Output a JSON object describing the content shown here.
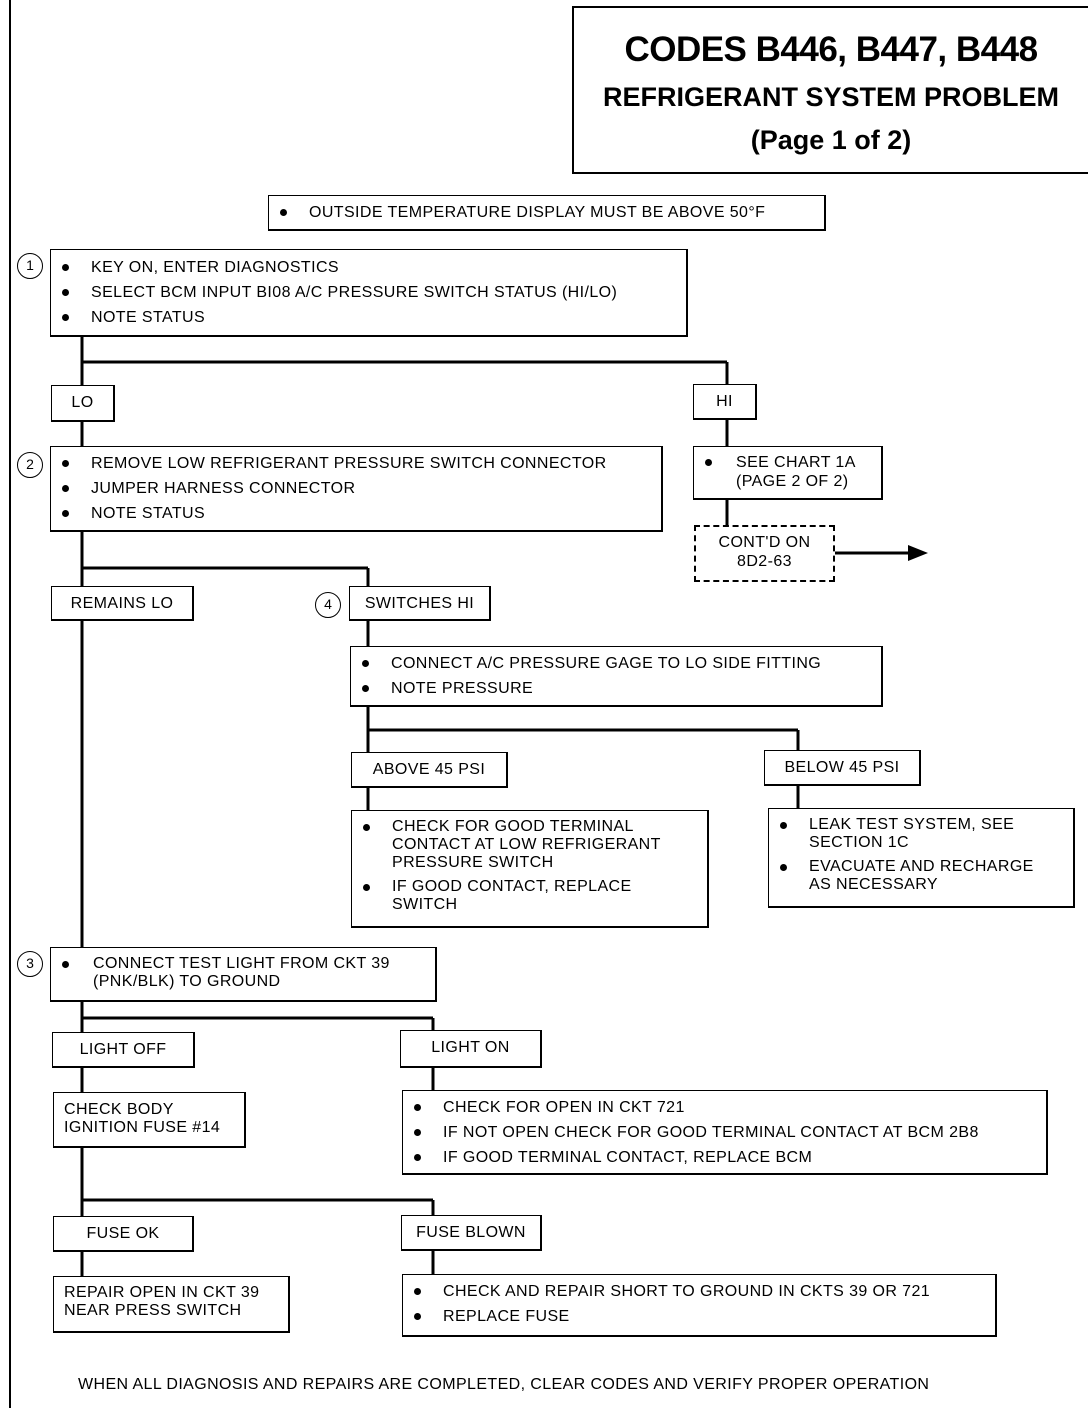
{
  "title": {
    "codes": "CODES B446, B447, B448",
    "subtitle": "REFRIGERANT SYSTEM PROBLEM",
    "page": "(Page 1 of 2)"
  },
  "precondition": "OUTSIDE TEMPERATURE DISPLAY MUST BE ABOVE 50°F",
  "step1": {
    "number": "1",
    "items": [
      "KEY ON, ENTER DIAGNOSTICS",
      "SELECT BCM INPUT BI08 A/C PRESSURE SWITCH STATUS (HI/LO)",
      "NOTE STATUS"
    ]
  },
  "branch_lo": "LO",
  "branch_hi": "HI",
  "step2": {
    "number": "2",
    "items": [
      "REMOVE LOW REFRIGERANT PRESSURE SWITCH CONNECTOR",
      "JUMPER HARNESS CONNECTOR",
      "NOTE STATUS"
    ]
  },
  "hi_action": {
    "line1": "SEE CHART 1A",
    "line2": "(PAGE 2 OF 2)"
  },
  "continued": {
    "line1": "CONT'D ON",
    "line2": "8D2-63"
  },
  "remains_lo": "REMAINS LO",
  "switches_hi": "SWITCHES HI",
  "step4_number": "4",
  "gage_box": [
    "CONNECT A/C PRESSURE GAGE TO LO SIDE FITTING",
    "NOTE PRESSURE"
  ],
  "above_45": "ABOVE 45 PSI",
  "below_45": "BELOW 45 PSI",
  "above_action": {
    "item1_lines": [
      "CHECK FOR GOOD TERMINAL",
      "CONTACT AT LOW REFRIGERANT",
      "PRESSURE SWITCH"
    ],
    "item2_lines": [
      "IF GOOD CONTACT, REPLACE",
      "SWITCH"
    ]
  },
  "below_action": {
    "item1_lines": [
      "LEAK TEST SYSTEM, SEE",
      "SECTION 1C"
    ],
    "item2_lines": [
      "EVACUATE AND RECHARGE",
      "AS NECESSARY"
    ]
  },
  "step3": {
    "number": "3",
    "lines": [
      "CONNECT TEST LIGHT FROM CKT 39",
      "(PNK/BLK) TO GROUND"
    ]
  },
  "light_off": "LIGHT OFF",
  "light_on": "LIGHT ON",
  "check_fuse": {
    "line1": "CHECK BODY",
    "line2": "IGNITION FUSE #14"
  },
  "light_on_action": [
    "CHECK FOR OPEN IN CKT 721",
    "IF NOT OPEN CHECK FOR GOOD TERMINAL CONTACT AT BCM 2B8",
    "IF GOOD TERMINAL CONTACT, REPLACE BCM"
  ],
  "fuse_ok": "FUSE OK",
  "fuse_blown": "FUSE BLOWN",
  "fuse_ok_action": {
    "line1": "REPAIR OPEN IN CKT 39",
    "line2": "NEAR PRESS SWITCH"
  },
  "fuse_blown_action": [
    "CHECK AND REPAIR SHORT TO GROUND IN CKTS 39 OR 721",
    "REPLACE FUSE"
  ],
  "footer": "WHEN ALL DIAGNOSIS AND REPAIRS ARE COMPLETED, CLEAR CODES AND VERIFY PROPER OPERATION"
}
